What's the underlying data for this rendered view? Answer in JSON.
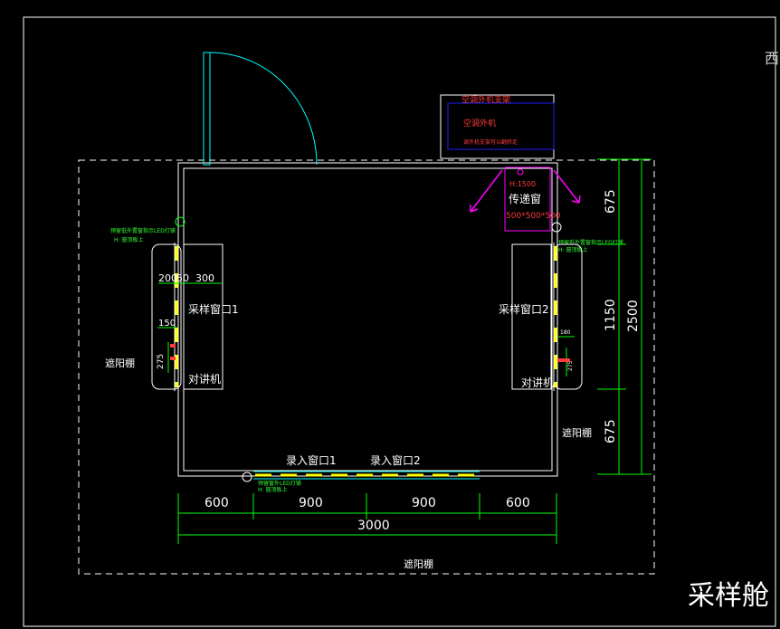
{
  "drawing": {
    "title": "采样舱",
    "corner_glyph": "西"
  },
  "labels": {
    "ac_bracket": "空调外机支架",
    "ac_unit": "空调外机",
    "ac_note": "调外机支架可以翻转走",
    "pass_window_height": "H:1500",
    "pass_window": "传递窗",
    "pass_window_size": "500*500*500",
    "led_left_1": "预留低外置窗指示LED灯铺",
    "led_left_2": "H: 窗顶板上",
    "led_right_1": "预留低外置窗指示LED灯铺",
    "led_right_2": "H: 窗顶板上",
    "led_bottom_1": "预留窗外LED灯铺",
    "led_bottom_2": "H: 窗顶板上",
    "sample_window_1": "采样窗口1",
    "sample_window_2": "采样窗口2",
    "intercom_1": "对讲机",
    "intercom_2": "对讲机",
    "entry_window_1": "录入窗口1",
    "entry_window_2": "录入窗口2",
    "shade_left": "遮阳棚",
    "shade_right": "遮阳棚",
    "shade_bottom": "遮阳棚"
  },
  "dimensions": {
    "bottom_segments": [
      "600",
      "900",
      "900",
      "600"
    ],
    "bottom_total": "3000",
    "right_segments": [
      "675",
      "1150",
      "675"
    ],
    "right_total": "2500",
    "left_window": {
      "d200": "200",
      "d50": "50",
      "d300": "300",
      "d150": "150",
      "d275": "275"
    },
    "right_window": {
      "d180": "180",
      "d275": "275"
    }
  },
  "colors": {
    "background": "#000000",
    "wall": "#ffffff",
    "dimension": "#00ff00",
    "door": "#00ffff",
    "red_text": "#ff3b3b",
    "blue_box": "#2020ff",
    "magenta": "#ff00ff",
    "yellow": "#ffff00",
    "green_text": "#33ff33"
  }
}
